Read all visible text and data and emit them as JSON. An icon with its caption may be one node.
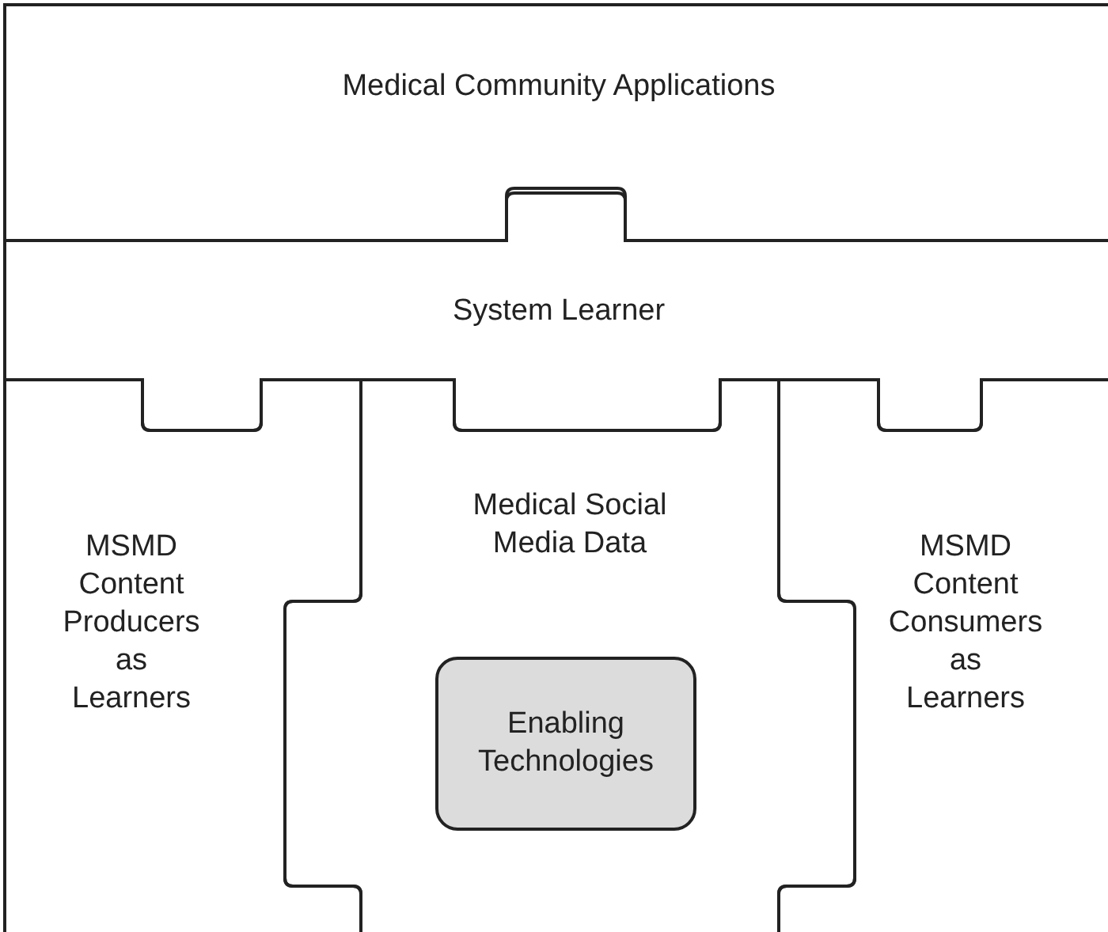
{
  "diagram": {
    "nodes": [
      {
        "text": [
          "Medical Community Applications"
        ]
      },
      {
        "text": [
          "System Learner"
        ]
      },
      {
        "text": [
          "MSMD Content Producers as Learners"
        ]
      },
      {
        "text": [
          "Medical Social Media Data"
        ]
      },
      {
        "text": [
          "Enabling Technologies"
        ],
        "in": 3
      },
      {
        "text": [
          "MSMD Content Consumers as Learners"
        ]
      }
    ]
  }
}
